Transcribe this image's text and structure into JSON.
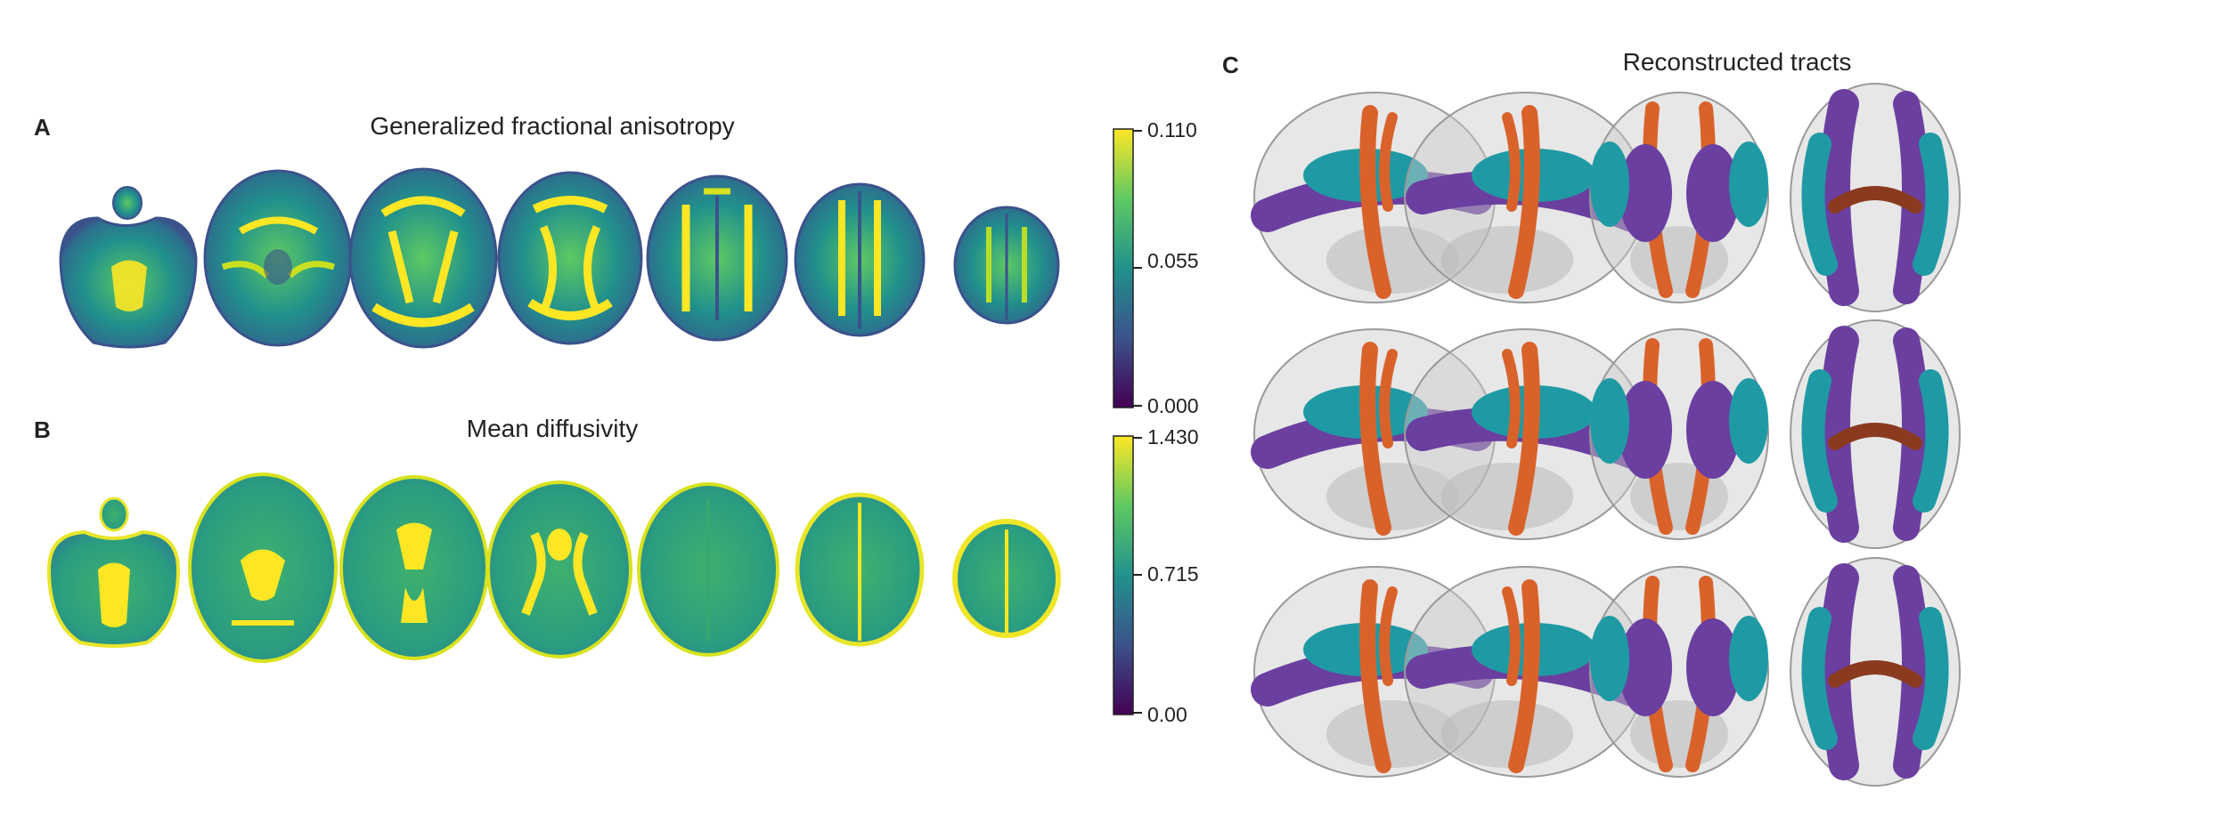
{
  "panels": {
    "a": {
      "letter": "A",
      "title": "Generalized fractional anisotropy"
    },
    "b": {
      "letter": "B",
      "title": "Mean diffusivity"
    },
    "c": {
      "letter": "C",
      "title": "Reconstructed tracts"
    }
  },
  "colorbars": {
    "gfa": {
      "max": "0.110",
      "mid": "0.055",
      "min": "0.000"
    },
    "md": {
      "max": "1.430",
      "mid": "0.715",
      "min": "0.00"
    }
  },
  "colors": {
    "viridis": [
      "#fde725",
      "#5ec962",
      "#21918c",
      "#3b528b",
      "#440154"
    ],
    "tract_purple": "#6b3fa0",
    "tract_teal": "#1f9aa4",
    "tract_orange": "#d9622b",
    "tract_brown": "#8a3a1f",
    "brain_shell": "#c9c9c9"
  }
}
